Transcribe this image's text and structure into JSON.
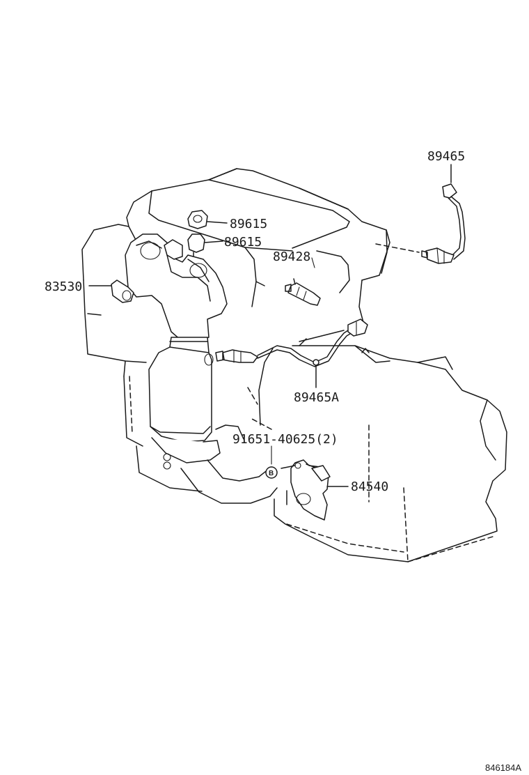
{
  "parts": {
    "p89465": "89465",
    "p89615_a": "89615",
    "p89615_b": "89615",
    "p89428": "89428",
    "p83530": "83530",
    "p89465A": "89465A",
    "p91651": "91651-40625(2)",
    "p84540": "84540"
  },
  "ref_marker": "B",
  "illustration_code": "846184A",
  "colors": {
    "line": "#1a1a1a",
    "background": "#ffffff"
  }
}
